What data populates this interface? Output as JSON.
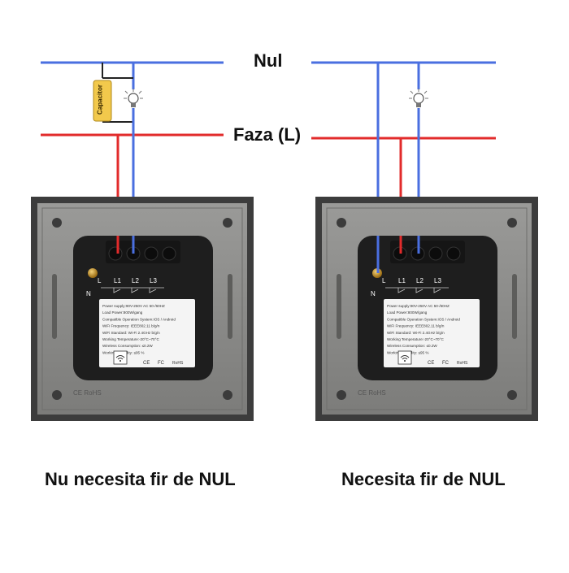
{
  "labels": {
    "neutral": "Nul",
    "phase": "Faza (L)",
    "capacitor": "Capacitor"
  },
  "panels": [
    {
      "caption": "Nu necesita fir de NUL",
      "terminals": {
        "n": "N",
        "l": "L",
        "l1": "L1",
        "l2": "L2",
        "l3": "L3"
      },
      "specs": [
        "Power supply:90V-250V AC  50-/60HZ",
        "Load Power:800W/gang",
        "Compatible Operation System:IOS / Android",
        "WiFi Frequency: IEEE802.11 b/g/n",
        "WiFi Standard: Wi-Fi 2.4GHz b/g/n",
        "Working Temperature:-20°C~70°C",
        "Wireless Consumption: ≤0.2W",
        "Working Humidity: ≤95 %"
      ],
      "marks": {
        "ce": "CE",
        "fc": "FC",
        "rohs": "RoHS",
        "ce_rohs": "CE RoHS"
      }
    },
    {
      "caption": "Necesita fir de NUL",
      "terminals": {
        "n": "N",
        "l": "L",
        "l1": "L1",
        "l2": "L2",
        "l3": "L3"
      },
      "specs": [
        "Power supply:90V-250V AC  50-/60HZ",
        "Load Power:800W/gang",
        "Compatible Operation System:IOS / Android",
        "WiFi Frequency: IEEE802.11 b/g/n",
        "WiFi Standard: Wi-Fi 2.4GHz b/g/n",
        "Working Temperature:-20°C~70°C",
        "Wireless Consumption: ≤0.2W",
        "Working Humidity: ≤95 %"
      ],
      "marks": {
        "ce": "CE",
        "fc": "FC",
        "rohs": "RoHS",
        "ce_rohs": "CE RoHS"
      }
    }
  ],
  "colors": {
    "neutral_wire": "#4a6fe0",
    "phase_wire": "#e22b2b",
    "plate": "#8c8c8c",
    "frame": "#3c3c3c",
    "module": "#1e1e1e",
    "capacitor": "#f2c94c"
  },
  "icons": [
    "bulb-icon",
    "capacitor-icon",
    "wifi-icon"
  ]
}
